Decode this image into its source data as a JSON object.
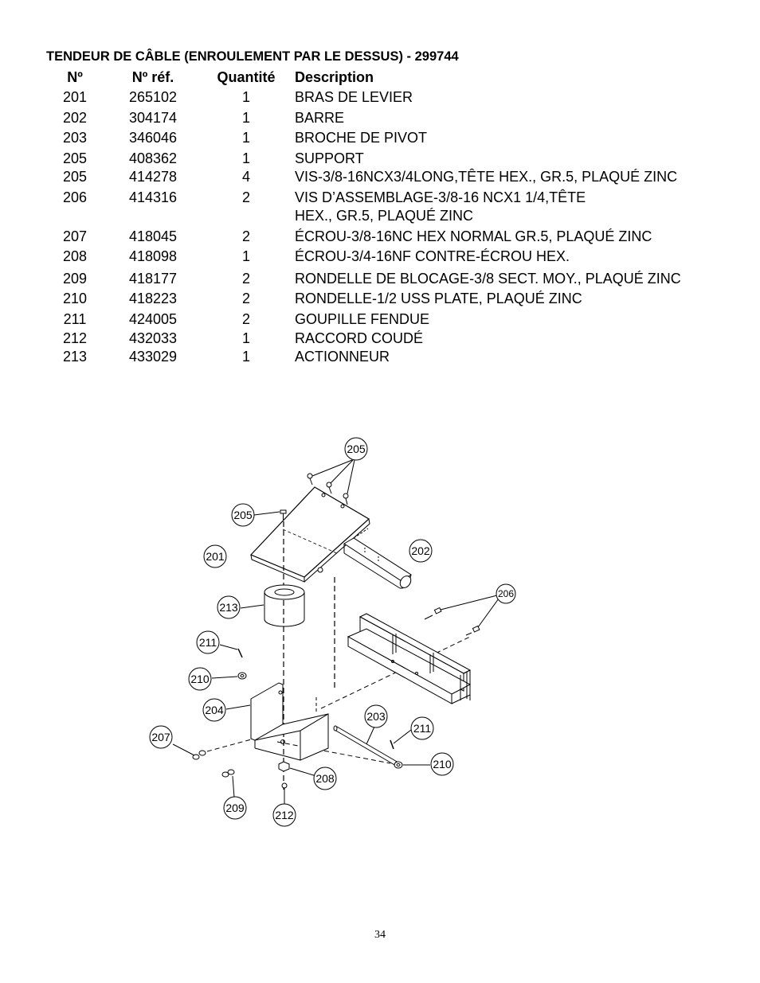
{
  "title": "TENDEUR DE CÂBLE (ENROULEMENT PAR LE DESSUS) - 299744",
  "table": {
    "headers": {
      "no": "Nº",
      "ref": "Nº réf.",
      "qty": "Quantité",
      "desc": "Description"
    },
    "rows": [
      {
        "no": "201",
        "ref": "265102",
        "qty": "1",
        "desc": "BRAS DE LEVIER"
      },
      {
        "no": "202",
        "ref": "304174",
        "qty": "1",
        "desc": "BARRE"
      },
      {
        "no": "203",
        "ref": "346046",
        "qty": "1",
        "desc": "BROCHE DE PIVOT"
      },
      {
        "no": "205",
        "ref": "408362",
        "qty": "1",
        "desc": "SUPPORT"
      },
      {
        "no": "205",
        "ref": "414278",
        "qty": "4",
        "desc": "VIS-3/8-16NCX3/4LONG,TÊTE HEX., GR.5, PLAQUÉ ZINC"
      },
      {
        "no": "206",
        "ref": "414316",
        "qty": "2",
        "desc": "VIS D’ASSEMBLAGE-3/8-16 NCX1 1/4,TÊTE",
        "desc2": "HEX., GR.5, PLAQUÉ ZINC"
      },
      {
        "no": "207",
        "ref": "418045",
        "qty": "2",
        "desc": "ÉCROU-3/8-16NC HEX NORMAL GR.5, PLAQUÉ ZINC"
      },
      {
        "no": "208",
        "ref": "418098",
        "qty": "1",
        "desc": "ÉCROU-3/4-16NF CONTRE-ÉCROU HEX."
      },
      {
        "no": "209",
        "ref": "418177",
        "qty": "2",
        "desc": "RONDELLE DE BLOCAGE-3/8 SECT. MOY., PLAQUÉ ZINC"
      },
      {
        "no": "210",
        "ref": "418223",
        "qty": "2",
        "desc": "RONDELLE-1/2 USS PLATE, PLAQUÉ ZINC"
      },
      {
        "no": "211",
        "ref": "424005",
        "qty": "2",
        "desc": "GOUPILLE FENDUE"
      },
      {
        "no": "212",
        "ref": "432033",
        "qty": "1",
        "desc": "RACCORD COUDÉ"
      },
      {
        "no": "213",
        "ref": "433029",
        "qty": "1",
        "desc": "ACTIONNEUR"
      }
    ]
  },
  "callouts": {
    "c205_top": "205",
    "c205_left": "205",
    "c201": "201",
    "c202": "202",
    "c206": "206",
    "c213": "213",
    "c211_left": "211",
    "c210_left": "210",
    "c204": "204",
    "c203": "203",
    "c211_right": "211",
    "c207": "207",
    "c210_right": "210",
    "c208": "208",
    "c209": "209",
    "c212": "212"
  },
  "page_number": "34"
}
